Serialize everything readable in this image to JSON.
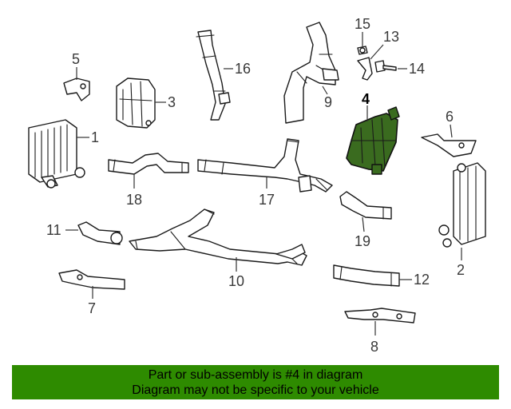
{
  "diagram": {
    "highlight_color": "#3a6b1f",
    "highlighted_part": "4",
    "callouts": {
      "p1": "1",
      "p2": "2",
      "p3": "3",
      "p4": "4",
      "p5": "5",
      "p6": "6",
      "p7": "7",
      "p8": "8",
      "p9": "9",
      "p10": "10",
      "p11": "11",
      "p12": "12",
      "p13": "13",
      "p14": "14",
      "p15": "15",
      "p16": "16",
      "p17": "17",
      "p18": "18",
      "p19": "19"
    }
  },
  "banner": {
    "background": "#2e8b00",
    "line1": "Part or sub-assembly is #4 in diagram",
    "line2": "Diagram may not be specific to your vehicle"
  }
}
